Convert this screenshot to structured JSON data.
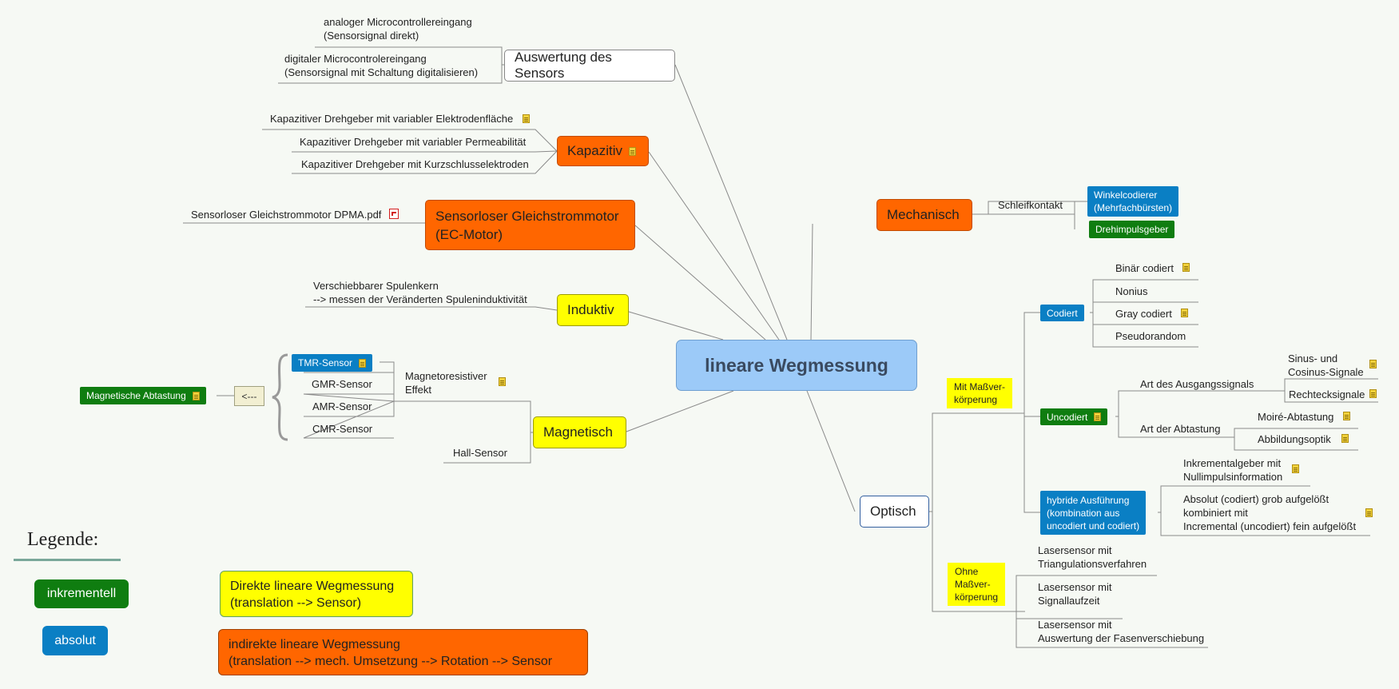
{
  "center": {
    "label": "lineare Wegmessung"
  },
  "auswertung": {
    "label": "Auswertung des Sensors",
    "items": [
      {
        "line1": "analoger Microcontrollereingang",
        "line2": "(Sensorsignal direkt)"
      },
      {
        "line1": "digitaler Microcontrolereingang",
        "line2": "(Sensorsignal mit Schaltung digitalisieren)"
      }
    ]
  },
  "kapazitiv": {
    "label": "Kapazitiv",
    "items": [
      "Kapazitiver Drehgeber mit variabler Elektrodenfläche",
      "Kapazitiver Drehgeber mit variabler Permeabilität",
      "Kapazitiver Drehgeber mit Kurzschlusselektroden"
    ]
  },
  "ecmotor": {
    "line1": "Sensorloser Gleichstrommotor",
    "line2": "(EC-Motor)",
    "attachment": "Sensorloser Gleichstrommotor DPMA.pdf"
  },
  "induktiv": {
    "label": "Induktiv",
    "line1": "Verschiebbarer Spulenkern",
    "line2": "--> messen der Veränderten Spuleninduktivität"
  },
  "magnetisch": {
    "label": "Magnetisch",
    "mr_line1": "Magnetoresistiver",
    "mr_line2": "Effekt",
    "hall": "Hall-Sensor",
    "sensors": [
      "TMR-Sensor",
      "GMR-Sensor",
      "AMR-Sensor",
      "CMR-Sensor"
    ],
    "arrow": "<---",
    "abtastung": "Magnetische Abtastung"
  },
  "mechanisch": {
    "label": "Mechanisch",
    "schleifkontakt": "Schleifkontakt",
    "winkel_line1": "Winkelcodierer",
    "winkel_line2": "(Mehrfachbürsten)",
    "drehimpuls": "Drehimpulsgeber"
  },
  "optisch": {
    "label": "Optisch",
    "mit_line1": "Mit Maßver-",
    "mit_line2": "körperung",
    "codiert": "Codiert",
    "codiert_items": [
      "Binär codiert",
      "Nonius",
      "Gray codiert",
      "Pseudorandom"
    ],
    "uncodiert": "Uncodiert",
    "ausgang": "Art des Ausgangssignals",
    "sinus_line1": "Sinus- und",
    "sinus_line2": "Cosinus-Signale",
    "rechteck": "Rechtecksignale",
    "abtastung": "Art der Abtastung",
    "moire": "Moiré-Abtastung",
    "abbildung": "Abbildungsoptik",
    "hybrid_line1": "hybride Ausführung",
    "hybrid_line2": "(kombination aus",
    "hybrid_line3": "uncodiert und codiert)",
    "inkr_line1": "Inkrementalgeber mit",
    "inkr_line2": "Nullimpulsinformation",
    "abs_line1": "Absolut (codiert) grob aufgelößt",
    "abs_line2": "kombiniert mit",
    "abs_line3": "Incremental (uncodiert) fein aufgelößt",
    "ohne_line1": "Ohne",
    "ohne_line2": "Maßver-",
    "ohne_line3": "körperung",
    "laser1_line1": "Lasersensor mit",
    "laser1_line2": "Triangulationsverfahren",
    "laser2_line1": "Lasersensor mit",
    "laser2_line2": "Signallaufzeit",
    "laser3_line1": "Lasersensor mit",
    "laser3_line2": "Auswertung der Fasenverschiebung"
  },
  "legend": {
    "title": "Legende:",
    "inkrementell": "inkrementell",
    "absolut": "absolut",
    "direkt_line1": "Direkte lineare Wegmessung",
    "direkt_line2": "(translation --> Sensor)",
    "indirekt_line1": "indirekte lineare Wegmessung",
    "indirekt_line2": "(translation --> mech. Umsetzung --> Rotation --> Sensor"
  },
  "colors": {
    "orange": "#ff6600",
    "yellow": "#ffff00",
    "blue": "#0a7fc4",
    "green": "#0f7d10",
    "center": "#9ccaf8"
  },
  "icons": {
    "note": "note-icon",
    "pdf": "pdf-icon"
  }
}
